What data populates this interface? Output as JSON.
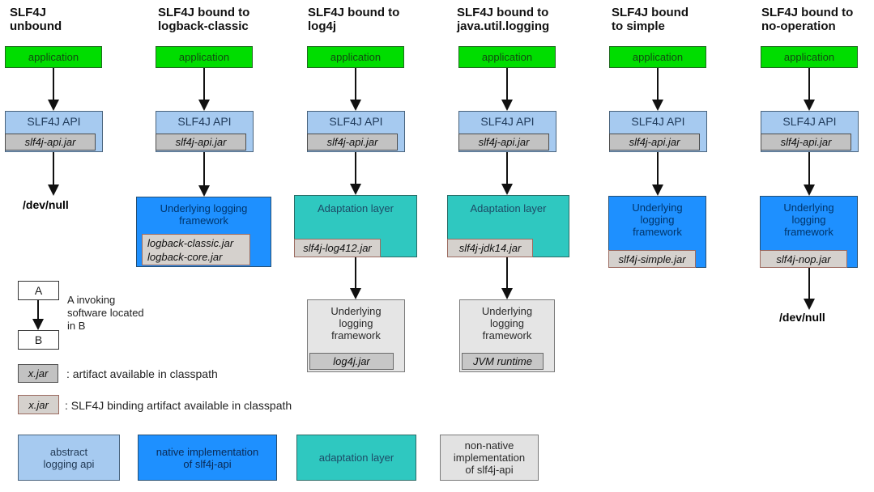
{
  "columns": [
    {
      "title": "SLF4J\nunbound",
      "app": "application",
      "api": "SLF4J API",
      "api_jar": "slf4j-api.jar",
      "sink": "/dev/null"
    },
    {
      "title": "SLF4J bound to\nlogback-classic",
      "app": "application",
      "api": "SLF4J API",
      "api_jar": "slf4j-api.jar",
      "framework_label": "Underlying logging\nframework",
      "framework_jar": "logback-classic.jar\nlogback-core.jar"
    },
    {
      "title": "SLF4J bound to\nlog4j",
      "app": "application",
      "api": "SLF4J API",
      "api_jar": "slf4j-api.jar",
      "adaptation_label": "Adaptation layer",
      "adaptation_jar": "slf4j-log412.jar",
      "framework_label": "Underlying\nlogging\nframework",
      "framework_jar": "log4j.jar"
    },
    {
      "title": "SLF4J bound to\njava.util.logging",
      "app": "application",
      "api": "SLF4J API",
      "api_jar": "slf4j-api.jar",
      "adaptation_label": "Adaptation layer",
      "adaptation_jar": "slf4j-jdk14.jar",
      "framework_label": "Underlying\nlogging\nframework",
      "framework_jar": "JVM runtime"
    },
    {
      "title": "SLF4J bound\nto simple",
      "app": "application",
      "api": "SLF4J API",
      "api_jar": "slf4j-api.jar",
      "framework_label": "Underlying\nlogging\nframework",
      "framework_jar": "slf4j-simple.jar"
    },
    {
      "title": "SLF4J bound to\nno-operation",
      "app": "application",
      "api": "SLF4J API",
      "api_jar": "slf4j-api.jar",
      "framework_label": "Underlying\nlogging\nframework",
      "framework_jar": "slf4j-nop.jar",
      "sink": "/dev/null"
    }
  ],
  "legend": {
    "invoke_a": "A",
    "invoke_b": "B",
    "invoke_caption": "A invoking\nsoftware located\nin B",
    "artifact_sample": "x.jar",
    "artifact_caption": ": artifact available in classpath",
    "binding_sample": "x.jar",
    "binding_caption": ": SLF4J binding artifact available in classpath",
    "swatches": [
      {
        "label": "abstract\nlogging api"
      },
      {
        "label": "native implementation\nof slf4j-api"
      },
      {
        "label": "adaptation layer"
      },
      {
        "label": "non-native\nimplementation\nof slf4j-api"
      }
    ]
  },
  "colors": {
    "application_green": "#00dd00",
    "abstract_api_blue": "#a6caf0",
    "native_impl_blue": "#1e90ff",
    "adaptation_teal": "#2fc8c0",
    "nonnative_gray": "#e5e5e5",
    "jar_gray": "#c2c2c2",
    "binding_jar_fill": "#d5d1cd",
    "binding_jar_border": "#9c6b60"
  }
}
